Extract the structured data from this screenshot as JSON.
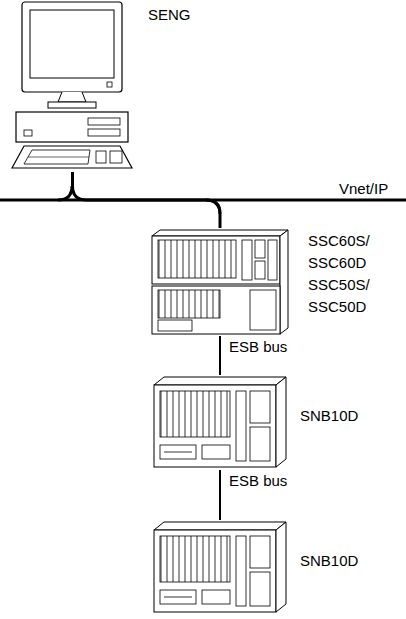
{
  "diagram": {
    "nodes": [
      {
        "text": [
          "SENG"
        ]
      },
      {
        "text": [
          "SSC60S/ SSC60D SSC50S/ SSC50D"
        ]
      },
      {
        "text": [
          "SNB10D"
        ]
      },
      {
        "text": [
          "SNB10D"
        ]
      }
    ],
    "edges": [
      {
        "from": 0,
        "to": 1,
        "label": "Vnet/IP",
        "arrow": "none"
      },
      {
        "from": 1,
        "to": 2,
        "label": "ESB bus",
        "arrow": "none"
      },
      {
        "from": 2,
        "to": 3,
        "label": "ESB bus",
        "arrow": "none"
      }
    ]
  }
}
